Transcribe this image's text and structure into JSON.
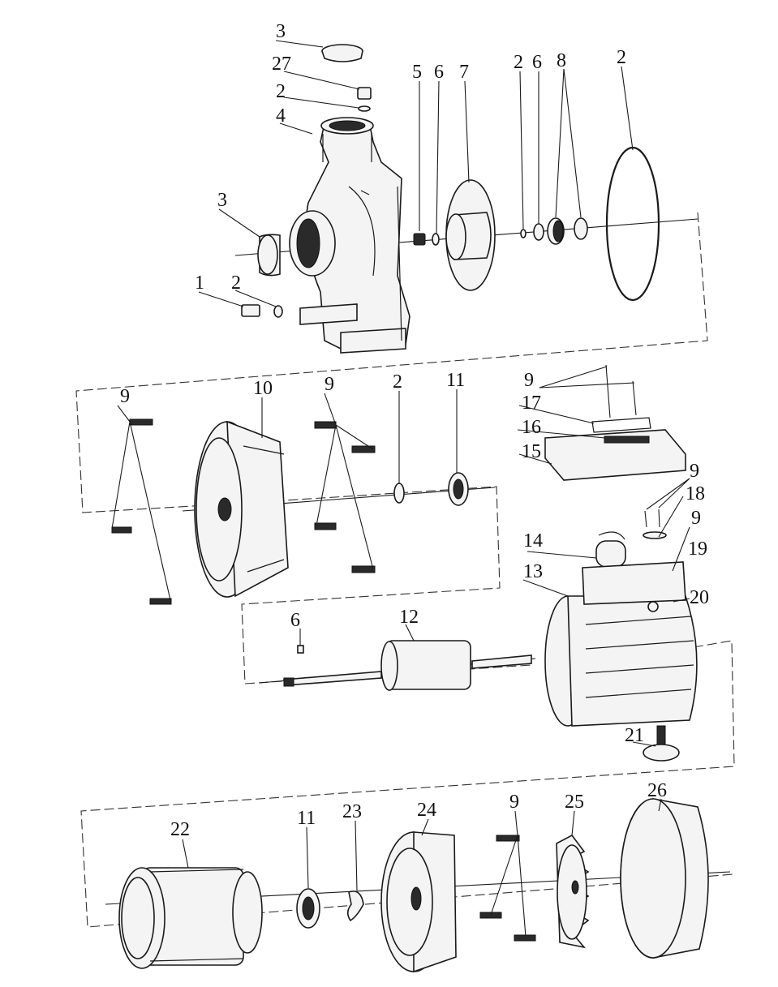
{
  "diagram": {
    "labels": {
      "l3a": "3",
      "l27": "27",
      "l2a": "2",
      "l4": "4",
      "l5": "5",
      "l6a": "6",
      "l7": "7",
      "l2b": "2",
      "l6b": "6",
      "l8": "8",
      "l2c": "2",
      "l3b": "3",
      "l1": "1",
      "l2d": "2",
      "l9a": "9",
      "l10": "10",
      "l9b": "9",
      "l2e": "2",
      "l11a": "11",
      "l9c": "9",
      "l17": "17",
      "l16": "16",
      "l15": "15",
      "l9d": "9",
      "l18": "18",
      "l9e": "9",
      "l19": "19",
      "l14": "14",
      "l13": "13",
      "l20": "20",
      "l6c": "6",
      "l12": "12",
      "l21": "21",
      "l26": "26",
      "l22": "22",
      "l11b": "11",
      "l23": "23",
      "l24": "24",
      "l9f": "9",
      "l25": "25"
    }
  }
}
